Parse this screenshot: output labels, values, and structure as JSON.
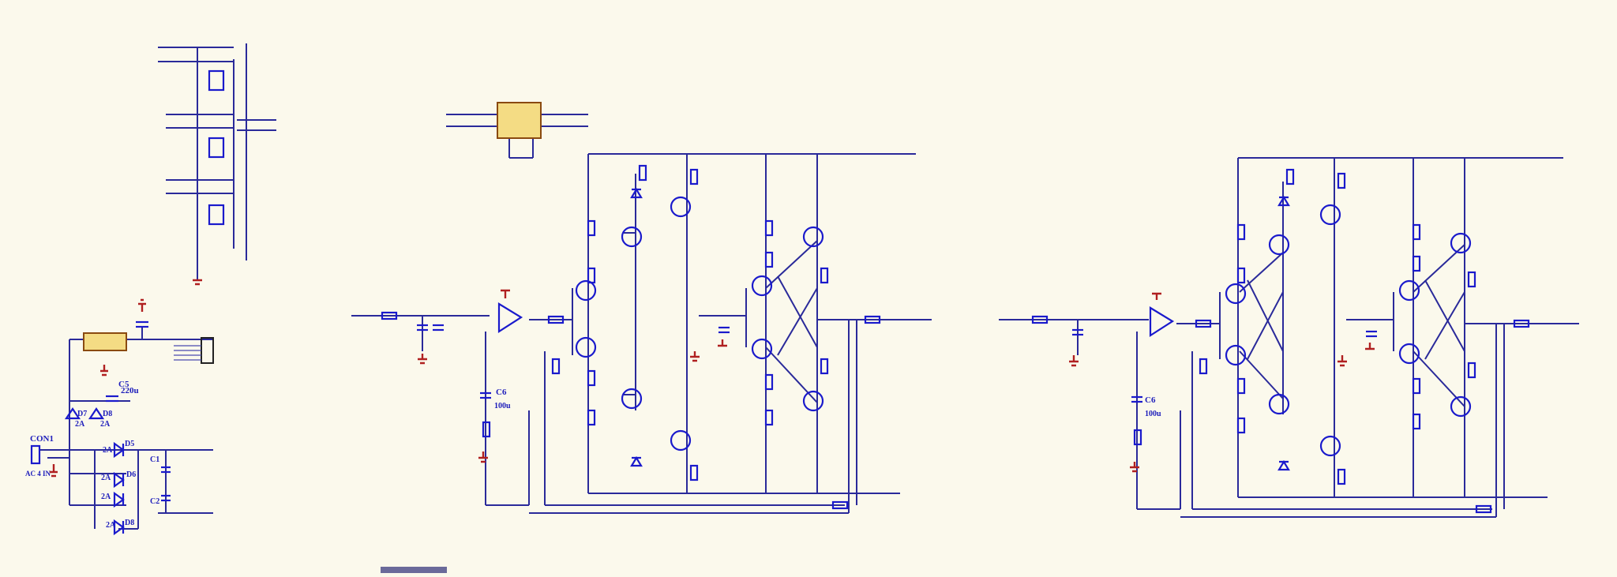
{
  "schematic": {
    "power_section": {
      "connector": "CON1",
      "connector_value": "AC 4 IN",
      "capacitor_c5": "C5",
      "capacitor_c5_value": "220u",
      "diode_d7": "D7",
      "diode_d8": "D8",
      "diode_d5": "D5",
      "diode_d6": "D6",
      "diode_d8b": "D8",
      "fuse_2a_1": "2A",
      "fuse_2a_2": "2A",
      "fuse_2a_3": "2A",
      "fuse_2a_4": "2A",
      "fuse_2a_5": "2A",
      "fuse_2a_6": "2A",
      "cap_c1": "C1",
      "cap_c2": "C2"
    },
    "amp_left": {
      "input_cap": "C6",
      "input_cap_value": "100u"
    },
    "amp_right": {
      "input_cap": "C6",
      "input_cap_value": "100u"
    }
  },
  "colors": {
    "background": "#fbf9ec",
    "wire": "#2a2a9a",
    "component": "#1a1acc",
    "ground": "#b02020",
    "ic_fill": "#f4dc84"
  }
}
